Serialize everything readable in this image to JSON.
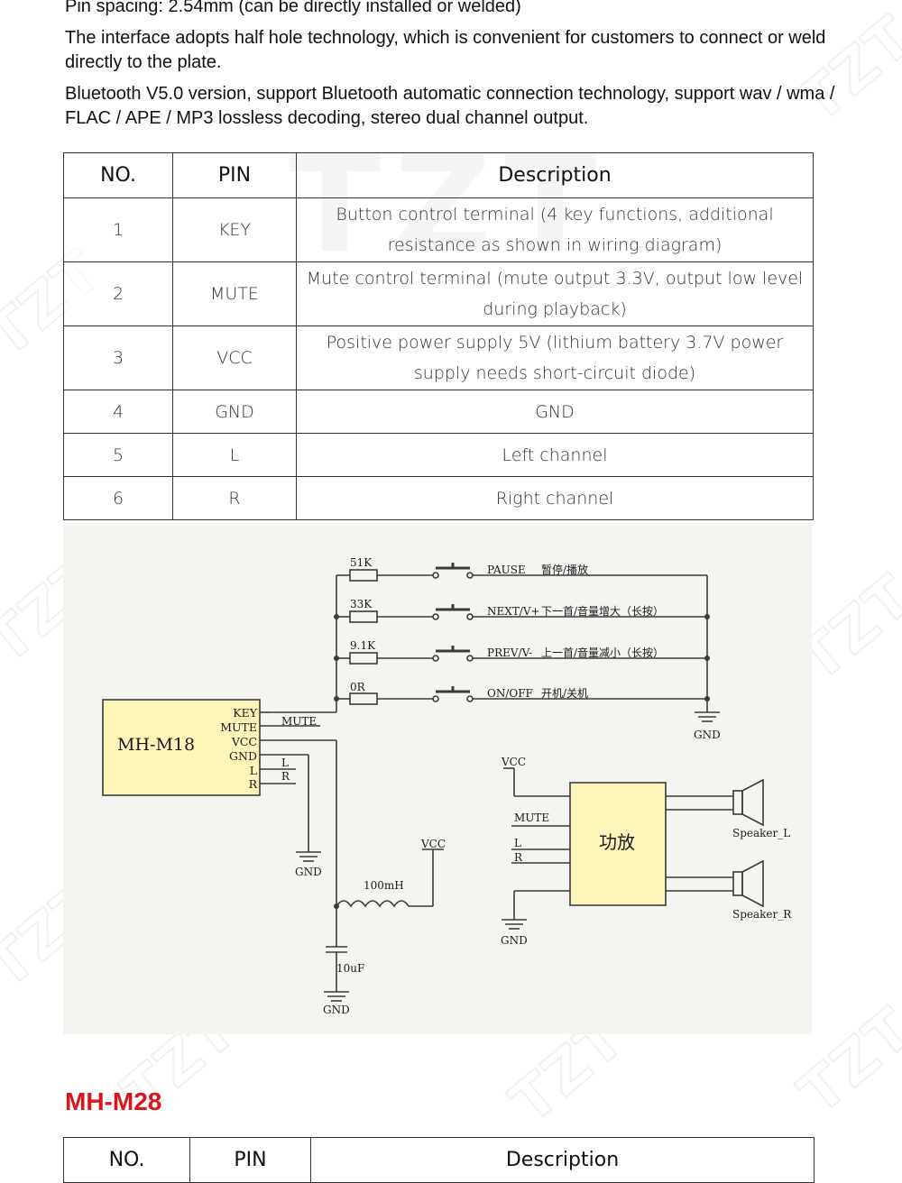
{
  "intro": {
    "p1": "Pin spacing: 2.54mm (can be directly installed or welded)",
    "p2": "The interface adopts half hole technology, which is convenient for customers to connect or weld directly to the plate.",
    "p3": "Bluetooth V5.0 version, support Bluetooth automatic connection technology, support wav / wma / FLAC / APE / MP3 lossless decoding, stereo dual channel output."
  },
  "watermark": {
    "brand": "TZT"
  },
  "table1": {
    "headers": [
      "NO.",
      "PIN",
      "Description"
    ],
    "rows": [
      [
        "1",
        "KEY",
        "Button control terminal (4 key functions, additional resistance as shown in wiring diagram)"
      ],
      [
        "2",
        "MUTE",
        "Mute control terminal (mute output 3.3V, output low level during playback)"
      ],
      [
        "3",
        "VCC",
        "Positive power supply 5V (lithium battery 3.7V power supply needs short-circuit diode)"
      ],
      [
        "4",
        "GND",
        "GND"
      ],
      [
        "5",
        "L",
        "Left channel"
      ],
      [
        "6",
        "R",
        "Right channel"
      ]
    ]
  },
  "schematic": {
    "module": "MH-M18",
    "module_pins": [
      "KEY",
      "MUTE",
      "VCC",
      "GND",
      "L",
      "R"
    ],
    "wire_mute": "MUTE",
    "wire_l": "L",
    "wire_r": "R",
    "resistors": [
      "51K",
      "33K",
      "9.1K",
      "0R"
    ],
    "buttons": [
      {
        "label": "PAUSE",
        "cn": "暂停/播放"
      },
      {
        "label": "NEXT/V+",
        "cn": "下一首/音量增大（长按）"
      },
      {
        "label": "PREV/V-",
        "cn": "上一首/音量减小（长按）"
      },
      {
        "label": "ON/OFF",
        "cn": "开机/关机"
      }
    ],
    "gnd": "GND",
    "vcc": "VCC",
    "inductor": "100mH",
    "capacitor": "10uF",
    "amp": "功放",
    "amp_mute": "MUTE",
    "amp_l": "L",
    "amp_r": "R",
    "speaker_l": "Speaker_L",
    "speaker_r": "Speaker_R"
  },
  "section2": {
    "title": "MH-M28",
    "headers": [
      "NO.",
      "PIN",
      "Description"
    ]
  },
  "colors": {
    "accent": "#d9161c",
    "module_fill": "#fdf6b8",
    "wire": "#3a3a3a"
  }
}
